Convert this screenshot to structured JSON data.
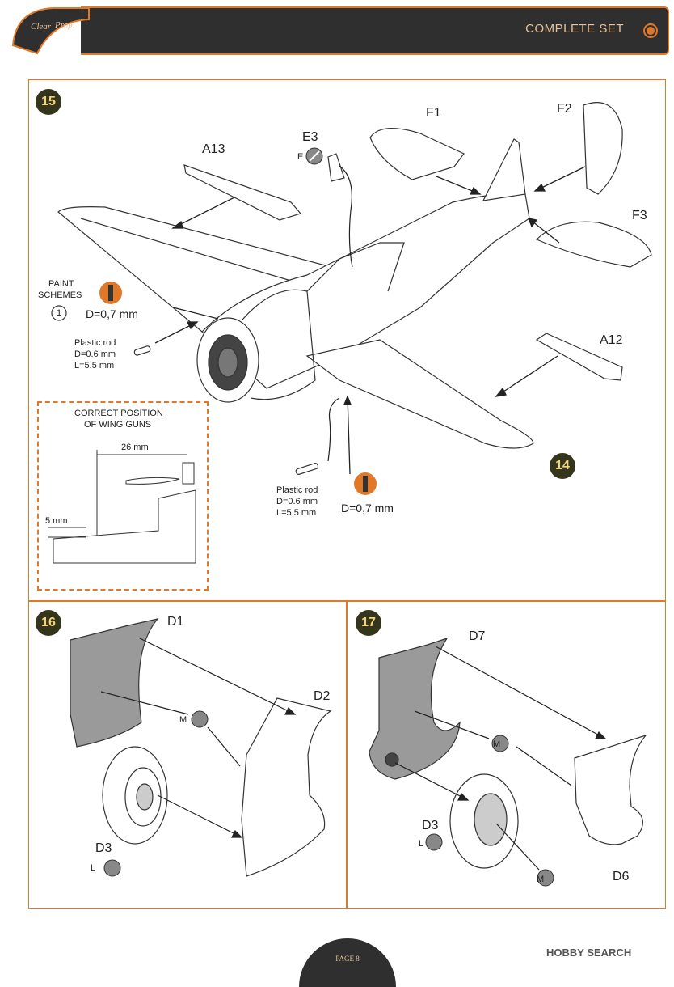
{
  "header": {
    "title": "COMPLETE SET",
    "logo_text": "Clear Prop!"
  },
  "step15": {
    "number": "15",
    "parts": {
      "f1": "F1",
      "f2": "F2",
      "f3": "F3",
      "e3": "E3",
      "e": "E",
      "a13": "A13",
      "a12": "A12"
    },
    "paint_schemes": {
      "line1": "PAINT",
      "line2": "SCHEMES",
      "number": "1"
    },
    "drill_top": "D=0,7 mm",
    "drill_bottom": "D=0,7 mm",
    "rod_top": {
      "l1": "Plastic rod",
      "l2": "D=0.6 mm",
      "l3": "L=5.5 mm"
    },
    "rod_bottom": {
      "l1": "Plastic rod",
      "l2": "D=0.6 mm",
      "l3": "L=5.5 mm"
    },
    "inset": {
      "title1": "CORRECT POSITION",
      "title2": "OF WING GUNS",
      "dim1": "26 mm",
      "dim2": "5 mm"
    }
  },
  "step14": {
    "number": "14"
  },
  "step16": {
    "number": "16",
    "d1": "D1",
    "d2": "D2",
    "d3": "D3",
    "m": "M",
    "l": "L"
  },
  "step17": {
    "number": "17",
    "d7": "D7",
    "d6": "D6",
    "d3": "D3",
    "m1": "M",
    "m2": "M",
    "l": "L"
  },
  "footer": {
    "page": "PAGE 8",
    "watermark": "HOBBY SEARCH"
  },
  "colors": {
    "accent": "#e0782a",
    "dark": "#2f2f2f",
    "step_bg": "#34351b",
    "step_fg": "#f4d37a",
    "part_grey": "#9a9a9a"
  }
}
